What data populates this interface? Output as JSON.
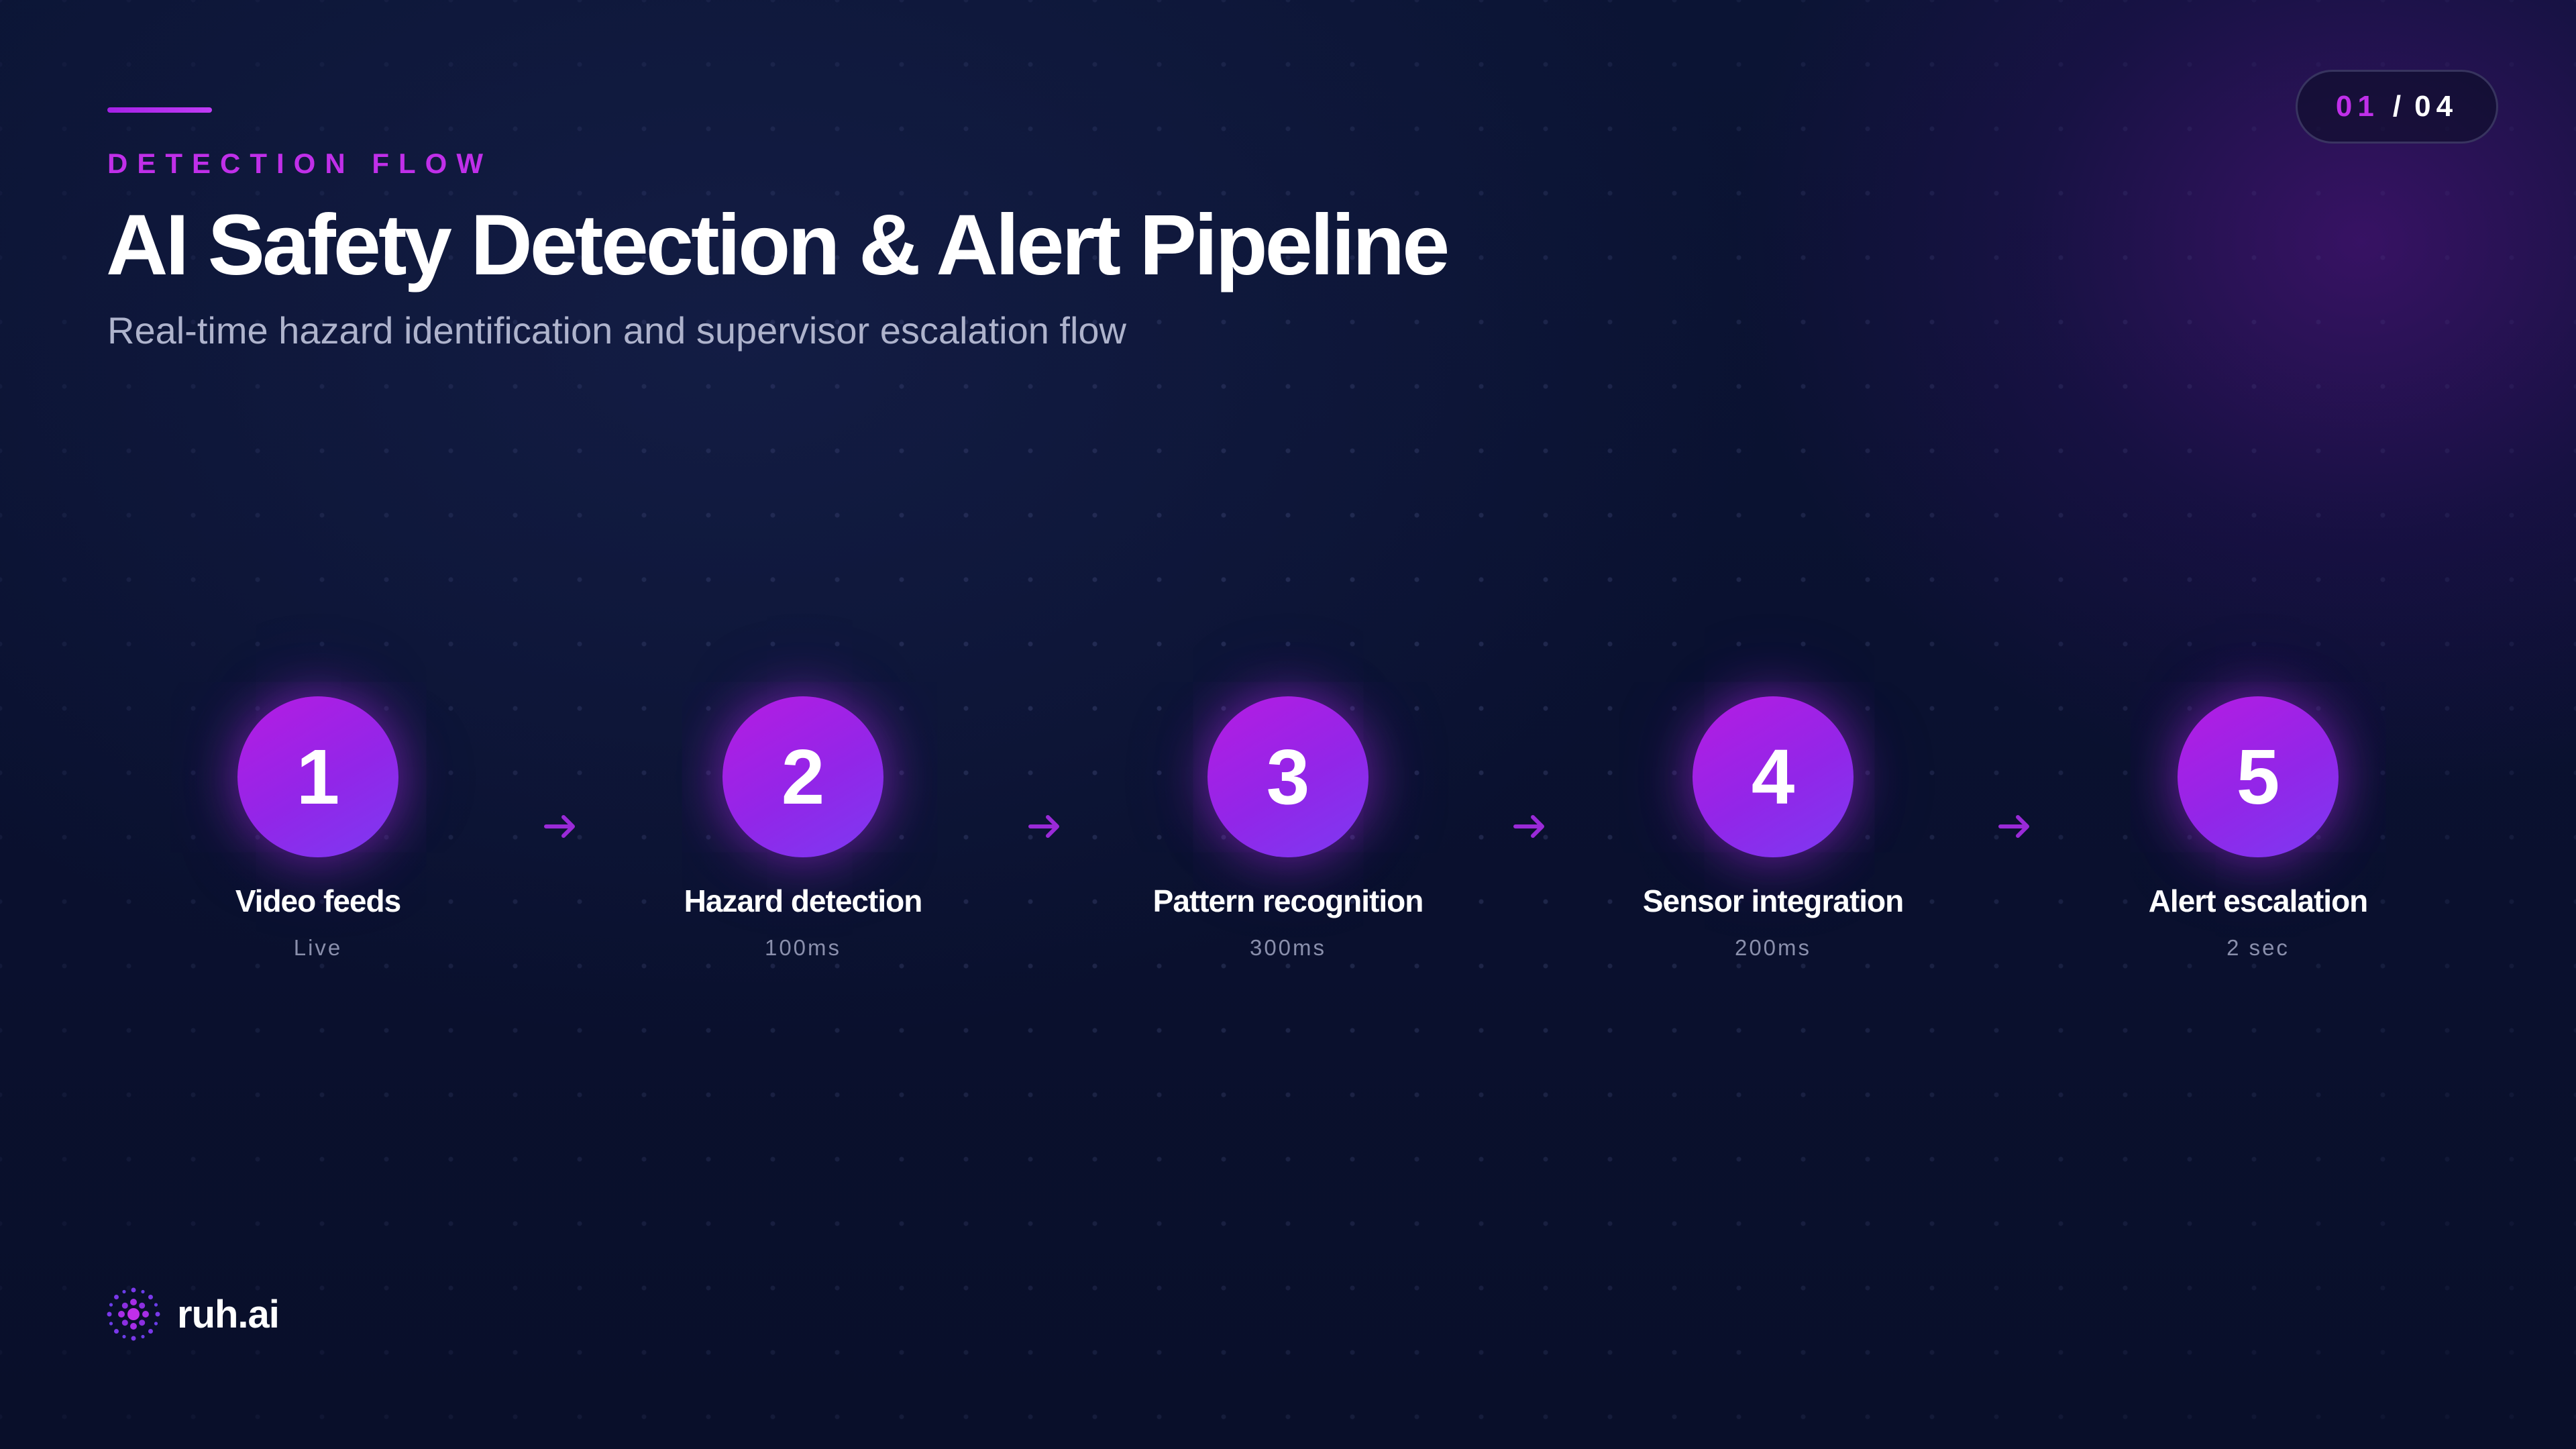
{
  "header": {
    "eyebrow": "DETECTION FLOW",
    "title": "AI Safety Detection & Alert Pipeline",
    "subtitle": "Real-time hazard identification and supervisor escalation flow"
  },
  "pagination": {
    "current": "01",
    "separator": "/",
    "total": "04"
  },
  "steps": [
    {
      "number": "1",
      "label": "Video feeds",
      "meta": "Live"
    },
    {
      "number": "2",
      "label": "Hazard detection",
      "meta": "100ms"
    },
    {
      "number": "3",
      "label": "Pattern recognition",
      "meta": "300ms"
    },
    {
      "number": "4",
      "label": "Sensor integration",
      "meta": "200ms"
    },
    {
      "number": "5",
      "label": "Alert escalation",
      "meta": "2 sec"
    }
  ],
  "brand": {
    "name": "ruh.ai",
    "logo_icon": "dotted-circle-logo-icon"
  },
  "colors": {
    "accent": "#c02fe9",
    "step_gradient_start": "#b51ce2",
    "step_gradient_end": "#7c3af2",
    "background": "#0a1130",
    "arrow": "#9a2ad8"
  }
}
